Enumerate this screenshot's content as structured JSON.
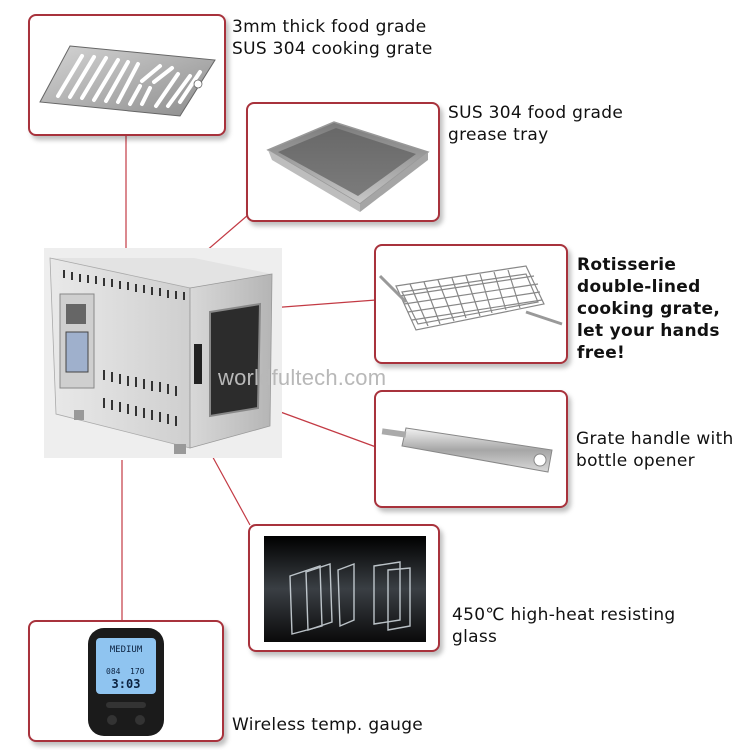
{
  "features": [
    {
      "id": "grate",
      "lines": [
        "3mm thick food grade",
        "SUS 304 cooking grate"
      ],
      "icon": "cooking-grate-icon"
    },
    {
      "id": "tray",
      "lines": [
        "SUS 304 food grade",
        "grease tray"
      ],
      "icon": "grease-tray-icon"
    },
    {
      "id": "rotisserie",
      "lines": [
        "Rotisserie",
        "double-lined",
        "cooking grate,",
        "let your hands",
        "free!"
      ],
      "icon": "rotisserie-grate-icon"
    },
    {
      "id": "handle",
      "lines": [
        "Grate handle with",
        "bottle opener"
      ],
      "icon": "grate-handle-icon"
    },
    {
      "id": "glass",
      "lines": [
        "450℃ high-heat resisting",
        "glass"
      ],
      "icon": "glass-panel-icon"
    },
    {
      "id": "gauge",
      "lines": [
        "Wireless temp. gauge"
      ],
      "icon": "temp-gauge-icon"
    }
  ],
  "watermark": "worldfultech.com",
  "gauge_display": {
    "top": "MEDIUM",
    "row1": "084",
    "row1b": "170",
    "time": "3:03"
  },
  "colors": {
    "accent": "#a8323c"
  }
}
